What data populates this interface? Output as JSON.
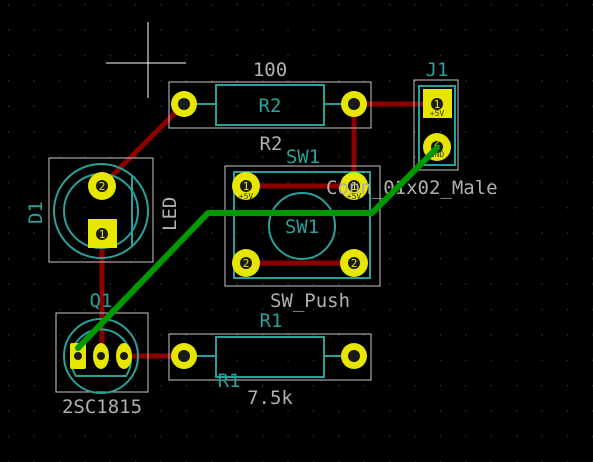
{
  "colors": {
    "background": "#000000",
    "grid": "#3a3a3a",
    "track_red": "#8c0000",
    "track_green": "#009a00",
    "pad_yellow": "#e6e600",
    "hole": "#1a1a1a",
    "silk": "#c8c8c8",
    "fab_teal": "#2aa198",
    "label_grey": "#b0b0b0"
  },
  "components": {
    "r2": {
      "value": "100",
      "ref": "R2",
      "ref_fab": "R2",
      "pad_left": "",
      "pad_right": ""
    },
    "r1": {
      "value": "7.5k",
      "ref": "R1",
      "ref_fab": "R1"
    },
    "sw1": {
      "ref": "SW1",
      "ref_fab": "SW1",
      "value": "SW_Push",
      "pad1_tl": "1",
      "pad1_tr": "1",
      "pad2_bl": "2",
      "pad2_br": "2",
      "net_tl": "+5V",
      "net_tr": "+5V"
    },
    "j1": {
      "ref": "J1",
      "value": "Conn_01x02_Male",
      "pin1": "1",
      "pin2": "2",
      "net1": "+5V",
      "net2": "GND"
    },
    "d1": {
      "ref": "D1",
      "value": "LED",
      "pin1": "1",
      "pin2": "2"
    },
    "q1": {
      "ref": "Q1",
      "value": "2SC1815"
    }
  }
}
